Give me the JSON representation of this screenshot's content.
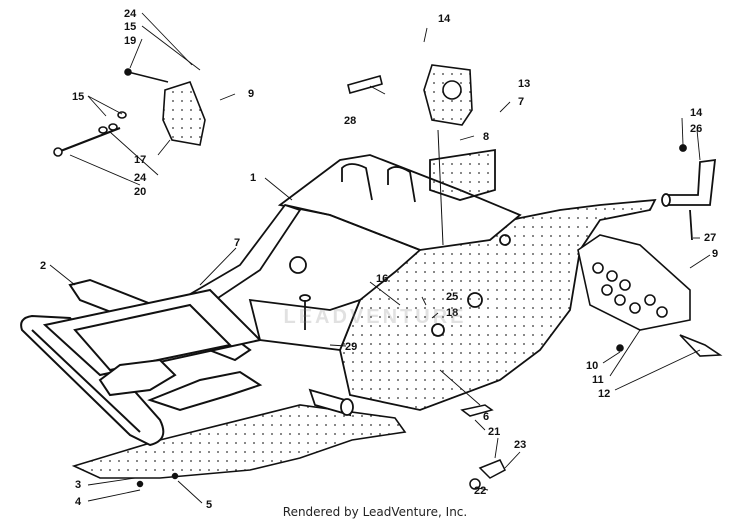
{
  "diagram": {
    "callouts": {
      "c24a": "24",
      "c15a": "15",
      "c19": "19",
      "c14a": "14",
      "c13": "13",
      "c7a": "7",
      "c28": "28",
      "c9a": "9",
      "c15b": "15",
      "c8": "8",
      "c17": "17",
      "c24b": "24",
      "c20": "20",
      "c1": "1",
      "c14b": "14",
      "c26": "26",
      "c7b": "7",
      "c27": "27",
      "c2": "2",
      "c9b": "9",
      "c16": "16",
      "c25": "25",
      "c18": "18",
      "c29": "29",
      "c10": "10",
      "c11": "11",
      "c12": "12",
      "c6": "6",
      "c21": "21",
      "c23": "23",
      "c22": "22",
      "c3": "3",
      "c4": "4",
      "c5": "5"
    },
    "watermark": "LEADVENTURE",
    "footer": "Rendered by LeadVenture, Inc."
  }
}
